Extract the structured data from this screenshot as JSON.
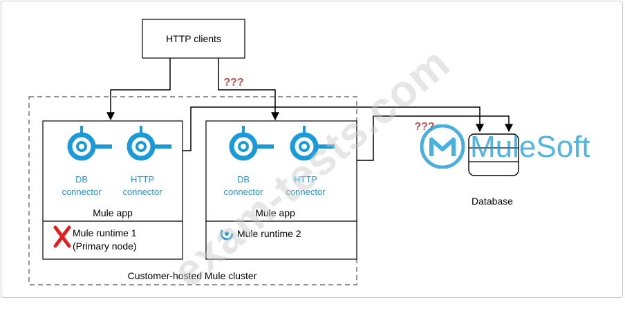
{
  "clients": {
    "label": "HTTP clients"
  },
  "question_1": "???",
  "question_2": "???",
  "cluster": {
    "label": "Customer-hosted Mule cluster"
  },
  "node1": {
    "connectors": [
      {
        "line1": "DB",
        "line2": "connector"
      },
      {
        "line1": "HTTP",
        "line2": "connector"
      }
    ],
    "app_label": "Mule app",
    "runtime_line1": "Mule runtime 1",
    "runtime_line2": "(Primary node)"
  },
  "node2": {
    "connectors": [
      {
        "line1": "DB",
        "line2": "connector"
      },
      {
        "line1": "HTTP",
        "line2": "connector"
      }
    ],
    "app_label": "Mule app",
    "runtime_line1": "Mule runtime 2"
  },
  "database": {
    "label": "Database"
  },
  "logo": {
    "text": "MuleSoft"
  },
  "watermark": "exam-tests.com",
  "colors": {
    "connector_blue": "#1a9bd7",
    "question_red": "#c0504d",
    "fail_red": "#e02020",
    "logo_blue": "#1a9bd7"
  }
}
